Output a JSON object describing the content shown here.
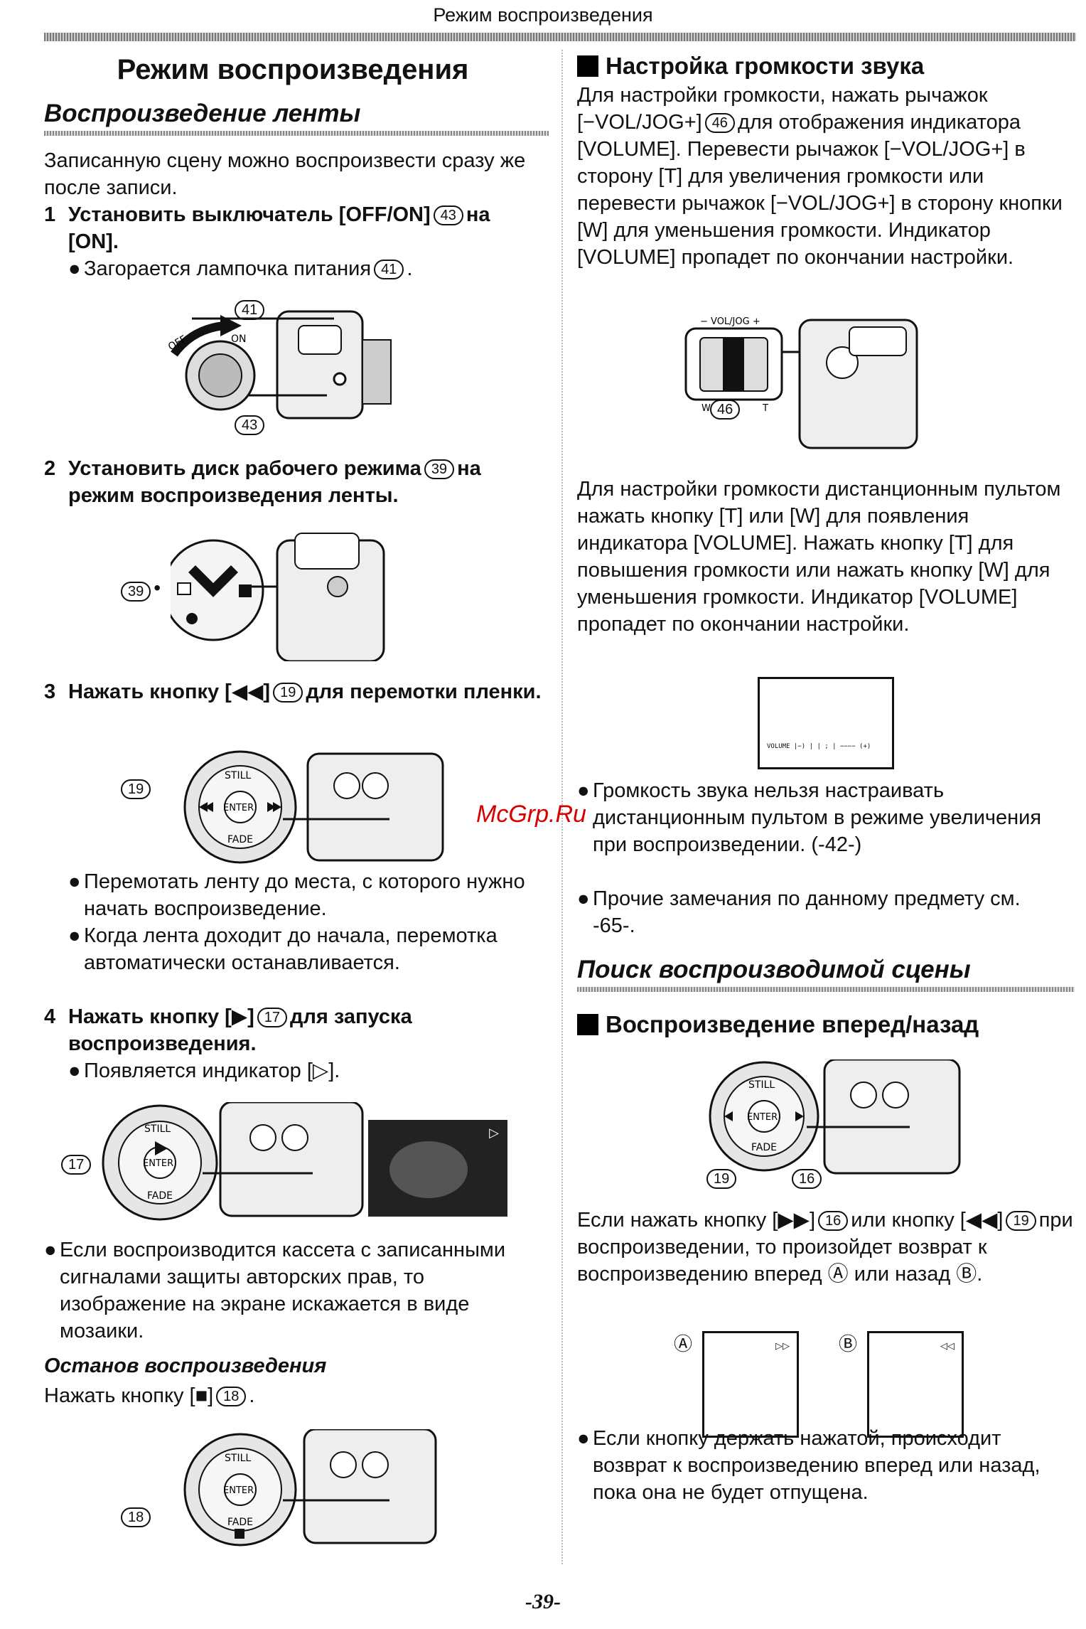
{
  "header": {
    "title": "Режим воспроизведения"
  },
  "page_title": "Режим воспроизведения",
  "left": {
    "section_title": "Воспроизведение ленты",
    "intro": "Записанную сцену можно воспроизвести сразу же после записи.",
    "step1": {
      "num": "1",
      "text_a": "Установить выключатель [OFF/ON]",
      "callout": "43",
      "text_b": "на [ON].",
      "bullet_a": "Загорается лампочка питания",
      "bullet_callout": "41",
      "bullet_b": "."
    },
    "fig1": {
      "callout_top": "41",
      "callout_bottom": "43",
      "off_label": "OFF",
      "on_label": "ON"
    },
    "step2": {
      "num": "2",
      "text_a": "Установить диск рабочего режима",
      "callout": "39",
      "text_b": "на режим воспроизведения ленты."
    },
    "fig2": {
      "callout": "39"
    },
    "step3": {
      "num": "3",
      "text_a": "Нажать кнопку [◀◀]",
      "callout": "19",
      "text_b": "для перемотки пленки."
    },
    "fig3": {
      "callout": "19",
      "still": "STILL",
      "enter": "ENTER",
      "fade": "FADE"
    },
    "step3_bullets": [
      "Перемотать ленту до места, с которого нужно начать воспроизведение.",
      "Когда лента доходит до начала, перемотка автоматически останавливается."
    ],
    "step4": {
      "num": "4",
      "text_a": "Нажать кнопку [▶]",
      "callout": "17",
      "text_b": "для запуска воспроизведения.",
      "bullet": "Появляется индикатор [▷]."
    },
    "fig4": {
      "callout": "17",
      "still": "STILL",
      "enter": "ENTER",
      "fade": "FADE",
      "indicator": "▷"
    },
    "copyright_bullet": "Если воспроизводится кассета с записанными сигналами защиты авторских прав, то изображение на экране искажается в виде мозаики.",
    "stop_title": "Останов воспроизведения",
    "stop_text_a": "Нажать кнопку [■]",
    "stop_callout": "18",
    "stop_text_b": ".",
    "fig5": {
      "callout": "18",
      "still": "STILL",
      "enter": "ENTER",
      "fade": "FADE"
    }
  },
  "right": {
    "volume_title": "Настройка громкости звука",
    "volume_text": "Для настройки громкости, нажать рычажок [−VOL/JOG+]",
    "volume_callout": "46",
    "volume_text_b": "для отображения индикатора [VOLUME]. Перевести рычажок [−VOL/JOG+] в сторону [T] для увеличения громкости или перевести рычажок [−VOL/JOG+] в сторону кнопки [W] для уменьшения громкости. Индикатор [VOLUME] пропадет по окончании настройки.",
    "fig_vol": {
      "lever_label": "− VOL/JOG +",
      "w": "W",
      "t": "T",
      "callout": "46"
    },
    "remote_text": "Для настройки громкости дистанционным пультом нажать кнопку [T] или [W] для появления индикатора [VOLUME]. Нажать кнопку [T] для повышения громкости или нажать кнопку [W] для уменьшения громкости. Индикатор [VOLUME] пропадет по окончании настройки.",
    "volume_screen": "VOLUME  |−)  |  |  ;  |  −−−−  (+)",
    "bullet_zoom": "Громкость звука нельзя настраивать дистанционным пультом в режиме увеличения при воспроизведении. (-42-)",
    "bullet_other": "Прочие замечания по данному предмету см. -65-.",
    "search_title": "Поиск воспроизводимой сцены",
    "fwd_title": "Воспроизведение вперед/назад",
    "fig_fwd": {
      "callout_left": "19",
      "callout_right": "16",
      "still": "STILL",
      "enter": "ENTER",
      "fade": "FADE"
    },
    "fwd_text_a": "Если нажать кнопку [▶▶]",
    "fwd_callout1": "16",
    "fwd_text_b": "или кнопку [◀◀]",
    "fwd_callout2": "19",
    "fwd_text_c": "при воспроизведении, то произойдет возврат к воспроизведению вперед Ⓐ или назад Ⓑ.",
    "screen_a_label": "Ⓐ",
    "screen_a_icon": "▷▷",
    "screen_b_label": "Ⓑ",
    "screen_b_icon": "◁◁",
    "hold_bullet": "Если кнопку держать нажатой, происходит возврат к воспроизведению вперед или назад, пока она не будет отпущена."
  },
  "watermark": "McGrp.Ru",
  "page_number": "-39-"
}
